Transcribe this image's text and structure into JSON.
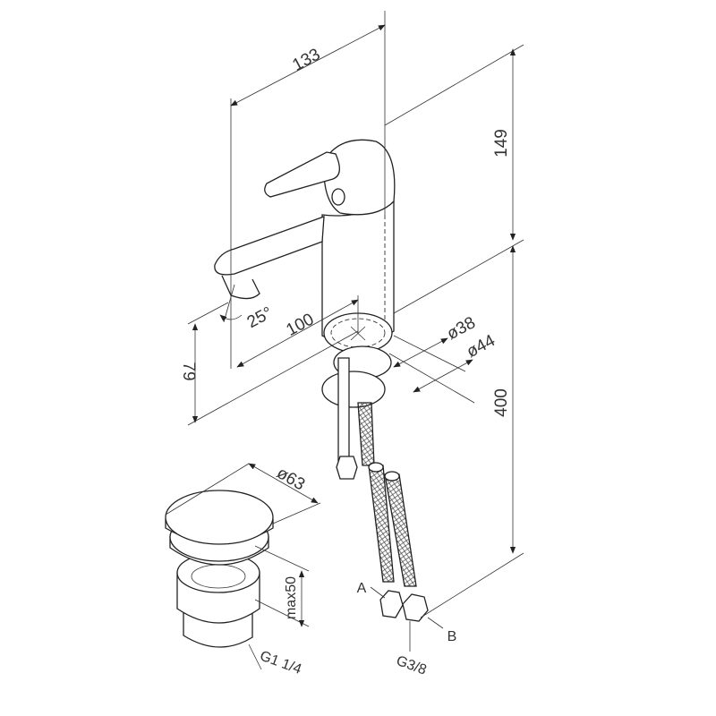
{
  "dimensions": {
    "width_total": "133",
    "height_top": "149",
    "hose_length": "400",
    "spout_angle": "25°",
    "spout_reach": "100",
    "spout_height": "79",
    "base_diameter_inner": "ø38",
    "base_diameter_outer": "ø44",
    "drain_diameter": "ø63",
    "drain_height": "max50"
  },
  "labels": {
    "hose_a": "A",
    "hose_b": "B",
    "hose_thread": "G3/8",
    "drain_thread": "G1 1/4"
  }
}
